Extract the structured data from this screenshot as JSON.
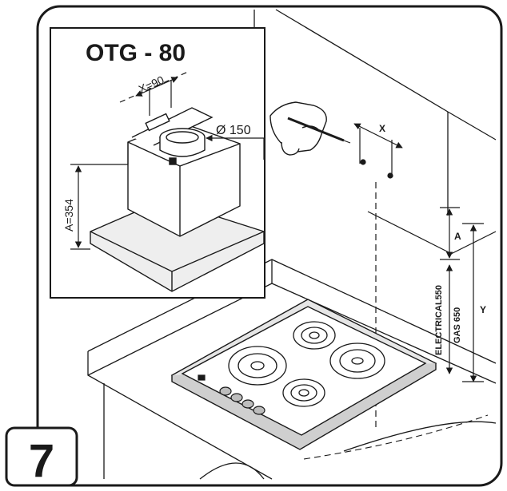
{
  "step_number": "7",
  "inset": {
    "model_title": "OTG - 80",
    "dimension_x": "X=90",
    "duct_diameter": "Ø  150",
    "dimension_a": "A=354"
  },
  "wall_dims": {
    "label_x": "X",
    "label_a": "A",
    "label_y": "Y",
    "label_electrical": "ELECTRICAL550",
    "label_gas": "GAS 650"
  },
  "colors": {
    "line": "#1a1a1a",
    "background": "#ffffff",
    "light_gray": "#e6e6e6",
    "mid_gray": "#cfcfcf"
  }
}
